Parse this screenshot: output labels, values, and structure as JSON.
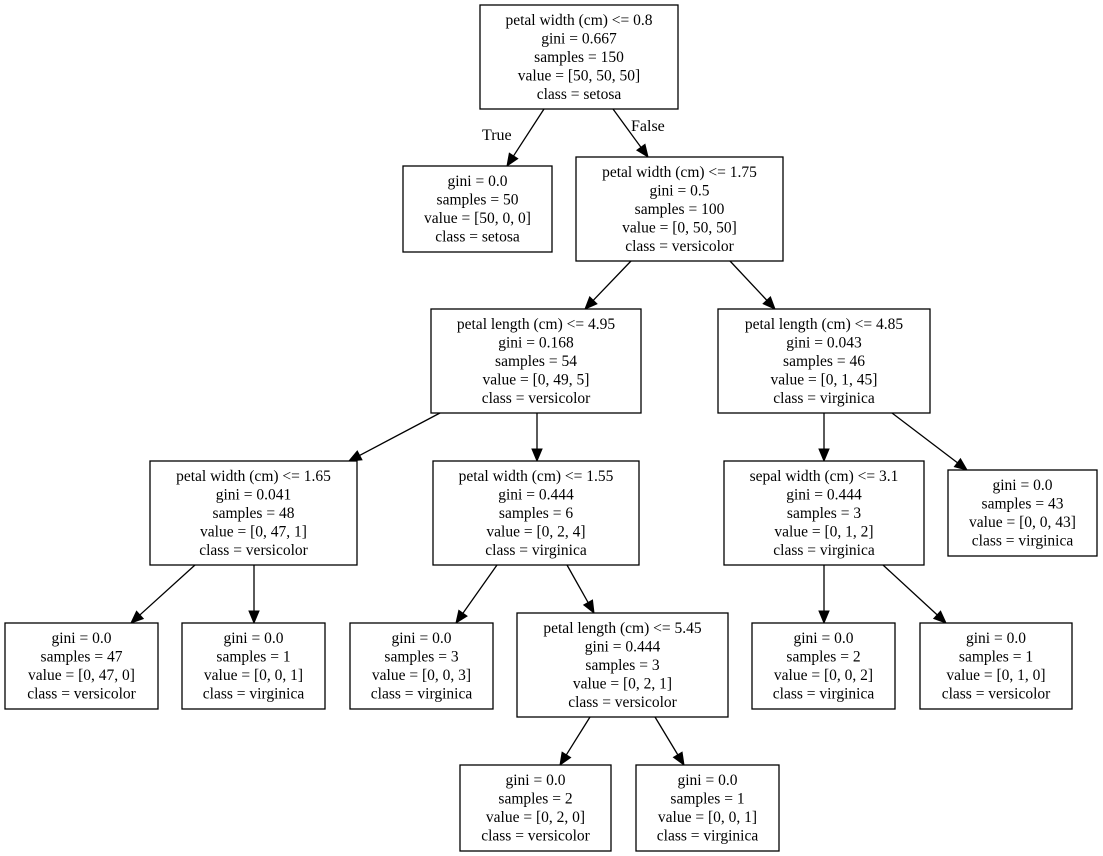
{
  "tree": {
    "nodes": [
      {
        "id": "n0",
        "lines": [
          "petal width (cm) <= 0.8",
          "gini = 0.667",
          "samples = 150",
          "value = [50, 50, 50]",
          "class = setosa"
        ]
      },
      {
        "id": "n1",
        "lines": [
          "gini = 0.0",
          "samples = 50",
          "value = [50, 0, 0]",
          "class = setosa"
        ]
      },
      {
        "id": "n2",
        "lines": [
          "petal width (cm) <= 1.75",
          "gini = 0.5",
          "samples = 100",
          "value = [0, 50, 50]",
          "class = versicolor"
        ]
      },
      {
        "id": "n3",
        "lines": [
          "petal length (cm) <= 4.95",
          "gini = 0.168",
          "samples = 54",
          "value = [0, 49, 5]",
          "class = versicolor"
        ]
      },
      {
        "id": "n4",
        "lines": [
          "petal length (cm) <= 4.85",
          "gini = 0.043",
          "samples = 46",
          "value = [0, 1, 45]",
          "class = virginica"
        ]
      },
      {
        "id": "n5",
        "lines": [
          "petal width (cm) <= 1.65",
          "gini = 0.041",
          "samples = 48",
          "value = [0, 47, 1]",
          "class = versicolor"
        ]
      },
      {
        "id": "n6",
        "lines": [
          "petal width (cm) <= 1.55",
          "gini = 0.444",
          "samples = 6",
          "value = [0, 2, 4]",
          "class = virginica"
        ]
      },
      {
        "id": "n7",
        "lines": [
          "sepal width (cm) <= 3.1",
          "gini = 0.444",
          "samples = 3",
          "value = [0, 1, 2]",
          "class = virginica"
        ]
      },
      {
        "id": "n8",
        "lines": [
          "gini = 0.0",
          "samples = 43",
          "value = [0, 0, 43]",
          "class = virginica"
        ]
      },
      {
        "id": "n9",
        "lines": [
          "gini = 0.0",
          "samples = 47",
          "value = [0, 47, 0]",
          "class = versicolor"
        ]
      },
      {
        "id": "n10",
        "lines": [
          "gini = 0.0",
          "samples = 1",
          "value = [0, 0, 1]",
          "class = virginica"
        ]
      },
      {
        "id": "n11",
        "lines": [
          "gini = 0.0",
          "samples = 3",
          "value = [0, 0, 3]",
          "class = virginica"
        ]
      },
      {
        "id": "n12",
        "lines": [
          "petal length (cm) <= 5.45",
          "gini = 0.444",
          "samples = 3",
          "value = [0, 2, 1]",
          "class = versicolor"
        ]
      },
      {
        "id": "n13",
        "lines": [
          "gini = 0.0",
          "samples = 2",
          "value = [0, 0, 2]",
          "class = virginica"
        ]
      },
      {
        "id": "n14",
        "lines": [
          "gini = 0.0",
          "samples = 1",
          "value = [0, 1, 0]",
          "class = versicolor"
        ]
      },
      {
        "id": "n15",
        "lines": [
          "gini = 0.0",
          "samples = 2",
          "value = [0, 2, 0]",
          "class = versicolor"
        ]
      },
      {
        "id": "n16",
        "lines": [
          "gini = 0.0",
          "samples = 1",
          "value = [0, 0, 1]",
          "class = virginica"
        ]
      }
    ],
    "edges": [
      {
        "from": "n0",
        "to": "n1",
        "label": "True"
      },
      {
        "from": "n0",
        "to": "n2",
        "label": "False"
      },
      {
        "from": "n2",
        "to": "n3"
      },
      {
        "from": "n2",
        "to": "n4"
      },
      {
        "from": "n3",
        "to": "n5"
      },
      {
        "from": "n3",
        "to": "n6"
      },
      {
        "from": "n4",
        "to": "n7"
      },
      {
        "from": "n4",
        "to": "n8"
      },
      {
        "from": "n5",
        "to": "n9"
      },
      {
        "from": "n5",
        "to": "n10"
      },
      {
        "from": "n6",
        "to": "n11"
      },
      {
        "from": "n6",
        "to": "n12"
      },
      {
        "from": "n7",
        "to": "n13"
      },
      {
        "from": "n7",
        "to": "n14"
      },
      {
        "from": "n12",
        "to": "n15"
      },
      {
        "from": "n12",
        "to": "n16"
      }
    ]
  }
}
